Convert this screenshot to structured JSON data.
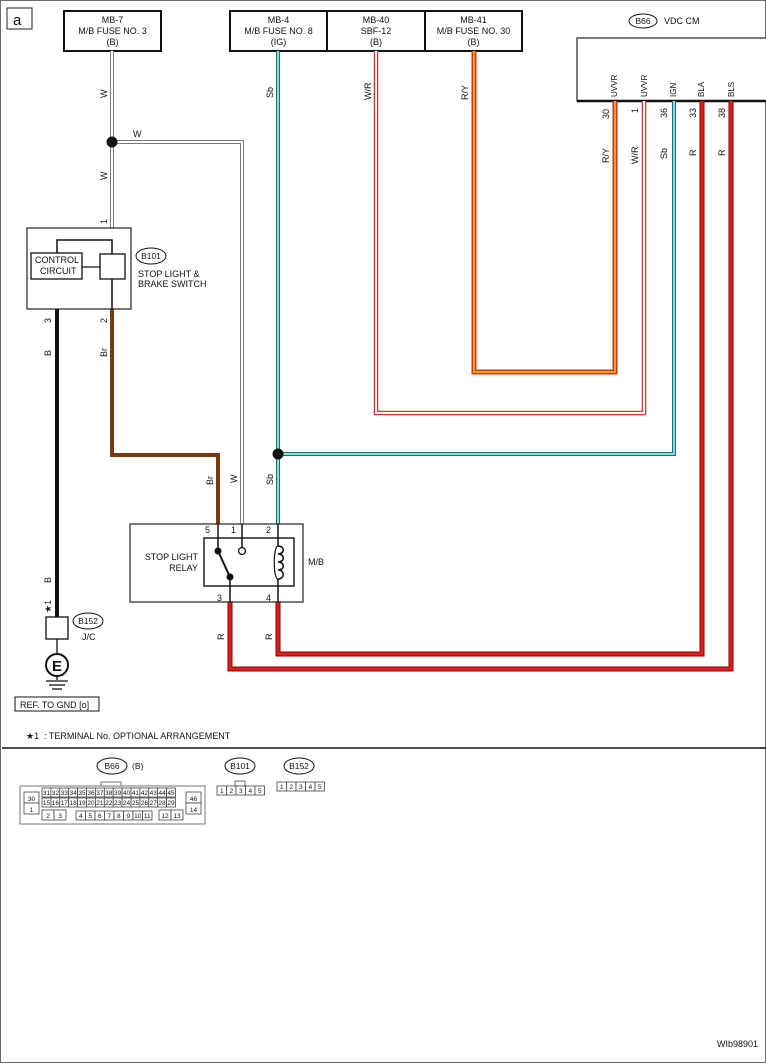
{
  "corner_label": "a",
  "fuses": [
    {
      "lines": [
        "MB-7",
        "M/B FUSE NO. 3",
        "(B)"
      ]
    },
    {
      "lines": [
        "MB-4",
        "M/B FUSE NO. 8",
        "(IG)"
      ]
    },
    {
      "lines": [
        "MB-40",
        "SBF-12",
        "(B)"
      ]
    },
    {
      "lines": [
        "MB-41",
        "M/B FUSE NO. 30",
        "(B)"
      ]
    }
  ],
  "vdc": {
    "connector": "B66",
    "title": "VDC CM",
    "pins": [
      {
        "name": "UVVR",
        "num": "30",
        "wire": "R/Y"
      },
      {
        "name": "UVVR",
        "num": "1",
        "wire": "W/R"
      },
      {
        "name": "IGN",
        "num": "36",
        "wire": "Sb"
      },
      {
        "name": "BLA",
        "num": "33",
        "wire": "R"
      },
      {
        "name": "BLS",
        "num": "38",
        "wire": "R"
      }
    ]
  },
  "wires": {
    "w_top": "W",
    "w_branch": "W",
    "w_mid": "W",
    "sb_top": "Sb",
    "wr_top": "W/R",
    "ry_top": "R/Y",
    "b_left": "B",
    "br_left": "Br",
    "br_relay": "Br",
    "w_relay": "W",
    "sb_relay": "Sb",
    "b_lower": "B",
    "r_relay3": "R",
    "r_relay4": "R"
  },
  "switch": {
    "connector": "B101",
    "name_line1": "STOP LIGHT &",
    "name_line2": "BRAKE SWITCH",
    "control_line1": "CONTROL",
    "control_line2": "CIRCUIT",
    "pin1": "1",
    "pin2": "2",
    "pin3": "3"
  },
  "relay": {
    "name_line1": "STOP LIGHT",
    "name_line2": "RELAY",
    "location": "M/B",
    "pin5": "5",
    "pin1": "1",
    "pin2": "2",
    "pin3": "3",
    "pin4": "4"
  },
  "ground": {
    "star": "★1",
    "connector": "B152",
    "jc": "J/C",
    "symbol": "E",
    "ref": "REF. TO GND [o]"
  },
  "footnote": {
    "mark": "★1",
    "text": ": TERMINAL No. OPTIONAL ARRANGEMENT"
  },
  "connectors": {
    "b66": {
      "id": "B66",
      "suffix": "(B)",
      "row1": [
        "31",
        "32",
        "33",
        "34",
        "35",
        "36",
        "37",
        "38",
        "39",
        "40",
        "41",
        "42",
        "43",
        "44",
        "45"
      ],
      "row2": [
        "15",
        "16",
        "17",
        "18",
        "19",
        "20",
        "21",
        "22",
        "23",
        "24",
        "25",
        "26",
        "27",
        "28",
        "29"
      ],
      "row3a": [
        "2",
        "3"
      ],
      "row3b": [
        "4",
        "5",
        "6",
        "7",
        "8",
        "9",
        "10",
        "11"
      ],
      "row3c": [
        "12",
        "13"
      ],
      "left": [
        "30",
        "1"
      ],
      "right": [
        "46",
        "14"
      ]
    },
    "b101": {
      "id": "B101",
      "pins": [
        "1",
        "2",
        "3",
        "4",
        "5"
      ]
    },
    "b152": {
      "id": "B152",
      "pins": [
        "1",
        "2",
        "3",
        "4",
        "5"
      ]
    }
  },
  "code": "WIb98901"
}
